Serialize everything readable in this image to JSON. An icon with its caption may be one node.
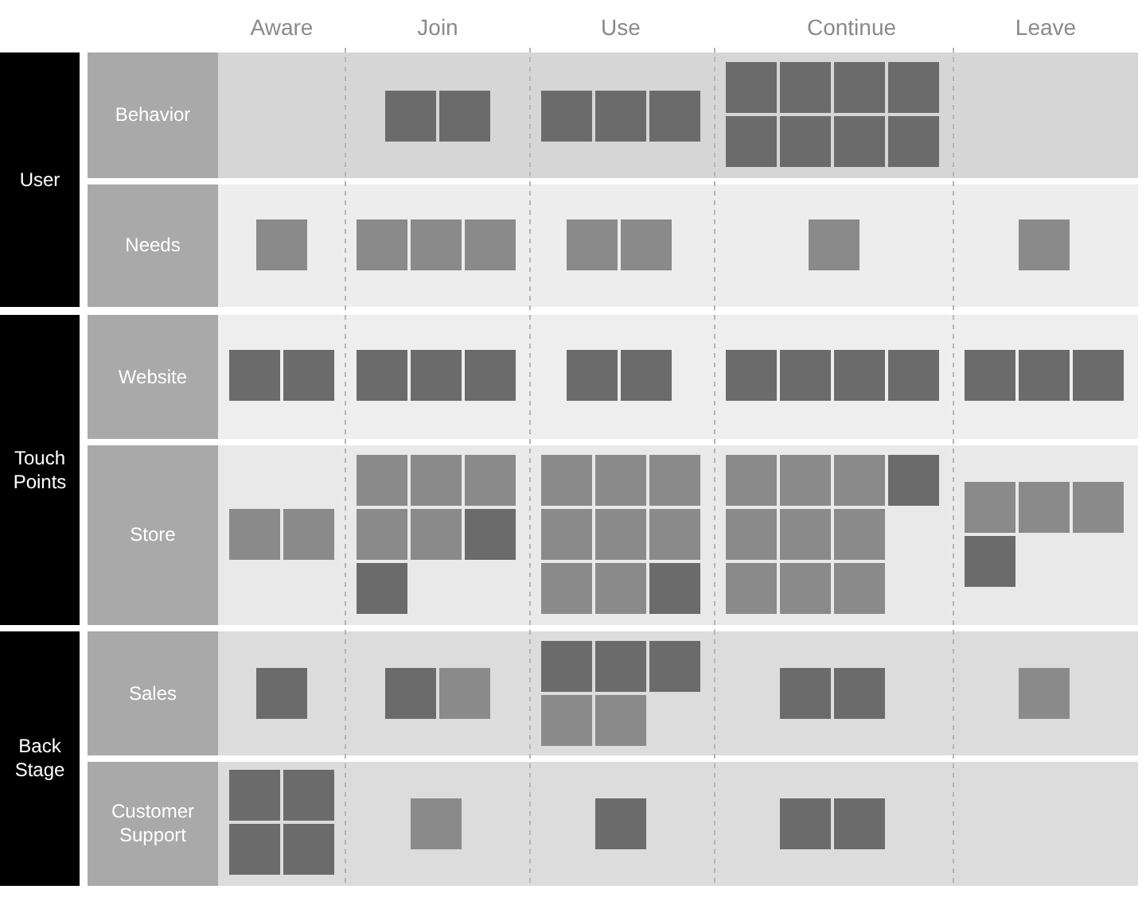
{
  "diagram": {
    "nodes": [
      {
        "text": [
          "User"
        ]
      },
      {
        "text": [
          "Behavior"
        ]
      },
      {
        "text": [],
        "shape": "box",
        "in": 1
      },
      {
        "text": [],
        "shape": "box",
        "in": 1
      },
      {
        "text": [],
        "shape": "box",
        "in": 1
      },
      {
        "text": [],
        "shape": "box",
        "in": 1
      },
      {
        "text": [],
        "shape": "box",
        "in": 1
      },
      {
        "text": [],
        "shape": "box",
        "in": 1
      },
      {
        "text": [],
        "shape": "box",
        "in": 1
      },
      {
        "text": [],
        "shape": "box",
        "in": 1
      },
      {
        "text": [],
        "shape": "box",
        "in": 1
      },
      {
        "text": [],
        "shape": "box",
        "in": 1
      },
      {
        "text": [],
        "shape": "box",
        "in": 1
      },
      {
        "text": [],
        "shape": "box",
        "in": 1
      },
      {
        "text": [],
        "shape": "box",
        "in": 1
      },
      {
        "text": [
          "Needs"
        ]
      },
      {
        "text": [],
        "shape": "box",
        "in": 15
      },
      {
        "text": [],
        "shape": "box",
        "in": 15
      },
      {
        "text": [],
        "shape": "box",
        "in": 15
      },
      {
        "text": [],
        "shape": "box",
        "in": 15
      },
      {
        "text": [],
        "shape": "box",
        "in": 15
      },
      {
        "text": [],
        "shape": "box",
        "in": 15
      },
      {
        "text": [],
        "shape": "box",
        "in": 15
      },
      {
        "text": [],
        "shape": "box",
        "in": 15
      },
      {
        "text": [
          "Touch Points"
        ]
      },
      {
        "text": [
          "Website"
        ]
      },
      {
        "text": [],
        "shape": "box",
        "in": 25
      },
      {
        "text": [],
        "shape": "box",
        "in": 25
      },
      {
        "text": [],
        "shape": "box",
        "in": 25
      },
      {
        "text": [],
        "shape": "box",
        "in": 25
      },
      {
        "text": [],
        "shape": "box",
        "in": 25
      },
      {
        "text": [],
        "shape": "box",
        "in": 25
      },
      {
        "text": [],
        "shape": "box",
        "in": 25
      },
      {
        "text": [],
        "shape": "box",
        "in": 25
      },
      {
        "text": [],
        "shape": "box",
        "in": 25
      },
      {
        "text": [],
        "shape": "box",
        "in": 25
      },
      {
        "text": [],
        "shape": "box",
        "in": 25
      },
      {
        "text": [],
        "shape": "box",
        "in": 25
      },
      {
        "text": [],
        "shape": "box",
        "in": 25
      },
      {
        "text": [],
        "shape": "box",
        "in": 25
      },
      {
        "text": [
          "Store"
        ]
      },
      {
        "text": [],
        "shape": "box",
        "in": 40
      },
      {
        "text": [],
        "shape": "box",
        "in": 40
      },
      {
        "text": [],
        "shape": "box",
        "in": 40
      },
      {
        "text": [],
        "shape": "box",
        "in": 40
      },
      {
        "text": [],
        "shape": "box",
        "in": 40
      },
      {
        "text": [],
        "shape": "box",
        "in": 40
      },
      {
        "text": [],
        "shape": "box",
        "in": 40
      },
      {
        "text": [],
        "shape": "box",
        "in": 40
      },
      {
        "text": [],
        "shape": "box",
        "in": 40
      },
      {
        "text": [],
        "shape": "box",
        "in": 40
      },
      {
        "text": [],
        "shape": "box",
        "in": 40
      },
      {
        "text": [],
        "shape": "box",
        "in": 40
      },
      {
        "text": [],
        "shape": "box",
        "in": 40
      },
      {
        "text": [],
        "shape": "box",
        "in": 40
      },
      {
        "text": [],
        "shape": "box",
        "in": 40
      },
      {
        "text": [],
        "shape": "box",
        "in": 40
      },
      {
        "text": [],
        "shape": "box",
        "in": 40
      },
      {
        "text": [],
        "shape": "box",
        "in": 40
      },
      {
        "text": [],
        "shape": "box",
        "in": 40
      },
      {
        "text": [],
        "shape": "box",
        "in": 40
      },
      {
        "text": [],
        "shape": "box",
        "in": 40
      },
      {
        "text": [],
        "shape": "box",
        "in": 40
      },
      {
        "text": [],
        "shape": "box",
        "in": 40
      },
      {
        "text": [],
        "shape": "box",
        "in": 40
      },
      {
        "text": [],
        "shape": "box",
        "in": 40
      },
      {
        "text": [],
        "shape": "box",
        "in": 40
      },
      {
        "text": [],
        "shape": "box",
        "in": 40
      },
      {
        "text": [],
        "shape": "box",
        "in": 40
      },
      {
        "text": [],
        "shape": "box",
        "in": 40
      },
      {
        "text": [],
        "shape": "box",
        "in": 40
      },
      {
        "text": [],
        "shape": "box",
        "in": 40
      },
      {
        "text": [],
        "shape": "box",
        "in": 40
      },
      {
        "text": [
          "Back Stage"
        ]
      },
      {
        "text": [
          "Sales"
        ]
      },
      {
        "text": [],
        "shape": "box",
        "in": 74
      },
      {
        "text": [],
        "shape": "box",
        "in": 74
      },
      {
        "text": [],
        "shape": "box",
        "in": 74
      },
      {
        "text": [],
        "shape": "box",
        "in": 74
      },
      {
        "text": [],
        "shape": "box",
        "in": 74
      },
      {
        "text": [],
        "shape": "box",
        "in": 74
      },
      {
        "text": [],
        "shape": "box",
        "in": 74
      },
      {
        "text": [],
        "shape": "box",
        "in": 74
      },
      {
        "text": [],
        "shape": "box",
        "in": 74
      },
      {
        "text": [],
        "shape": "box",
        "in": 74
      },
      {
        "text": [],
        "shape": "box",
        "in": 74
      },
      {
        "text": [
          "Customer Support"
        ]
      },
      {
        "text": [],
        "shape": "box",
        "in": 86
      },
      {
        "text": [],
        "shape": "box",
        "in": 86
      },
      {
        "text": [],
        "shape": "box",
        "in": 86
      },
      {
        "text": [],
        "shape": "box",
        "in": 86
      },
      {
        "text": [],
        "shape": "box",
        "in": 86
      },
      {
        "text": [],
        "shape": "box",
        "in": 86
      },
      {
        "text": [],
        "shape": "box",
        "in": 86
      },
      {
        "text": [],
        "shape": "box",
        "in": 86
      }
    ],
    "labels": [
      "Aware",
      "Join",
      "Use",
      "Continue",
      "Leave"
    ]
  }
}
